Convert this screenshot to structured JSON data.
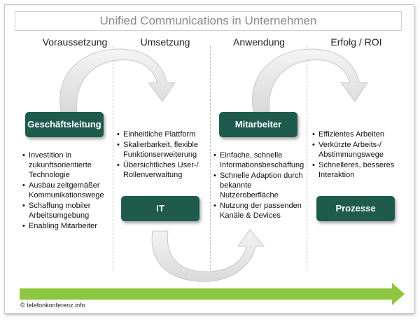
{
  "title": "Unified Communications in Unternehmen",
  "columns": [
    "Voraussetzung",
    "Umsetzung",
    "Anwendung",
    "Erfolg / ROI"
  ],
  "boxes": {
    "geschaeftsleitung": "Geschäftsleitung",
    "it": "IT",
    "mitarbeiter": "Mitarbeiter",
    "prozesse": "Prozesse"
  },
  "lists": {
    "voraussetzung": [
      "Investition in zukunftsorientierte Technologie",
      "Ausbau zeitgemäßer Kommunikationswege",
      "Schaffung mobiler Arbeitsumgebung",
      "Enabling Mitarbeiter"
    ],
    "umsetzung": [
      "Einheitliche Plattform",
      "Skalierbarkeit, flexible Funktionserweiterung",
      "Übersichtliches User-/ Rollenverwaltung"
    ],
    "anwendung": [
      "Einfache, schnelle Informationsbeschaffung",
      "Schnelle Adaption durch bekannte Nutzeroberfläche",
      "Nutzung der passenden Kanäle & Devices"
    ],
    "erfolg": [
      "Effizientes Arbeiten",
      "Verkürzte Arbeits-/ Abstimmungswege",
      "Schnelleres, besseres Interaktion"
    ]
  },
  "copyright": "© telefonkonferenz.info",
  "colors": {
    "box": "#1e5b4d",
    "progress_arrow": "#8dc63f",
    "curve_arrow": "#e8e8e8"
  }
}
